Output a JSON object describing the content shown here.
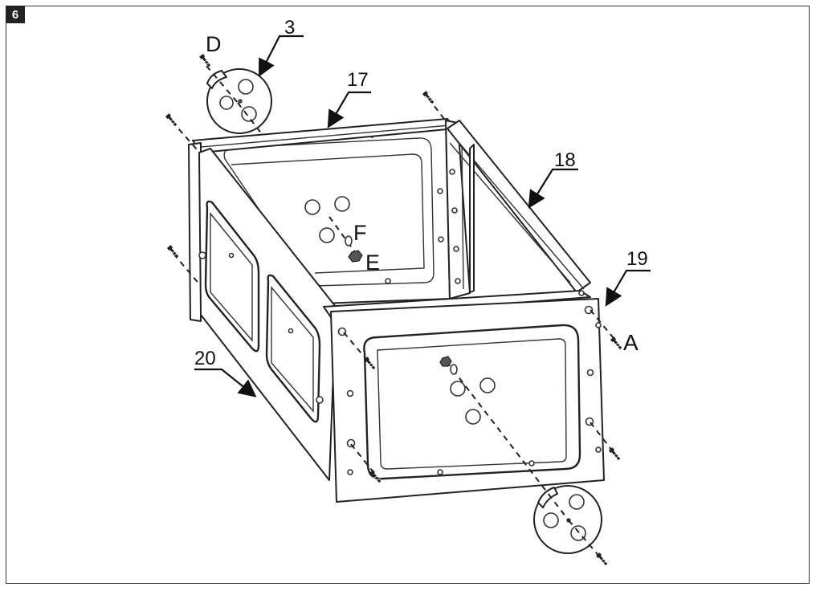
{
  "step": {
    "number": "6"
  },
  "labels": {
    "part_3": "3",
    "part_17": "17",
    "part_18": "18",
    "part_19": "19",
    "part_20": "20",
    "screw_D": "D",
    "washer_F": "F",
    "nut_E": "E",
    "screw_A": "A"
  },
  "colors": {
    "line": "#222222",
    "background": "#ffffff",
    "badge": "#222222"
  }
}
